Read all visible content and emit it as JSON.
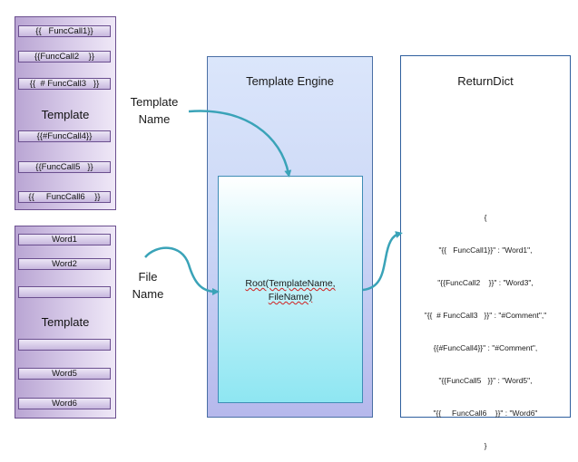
{
  "top_template": {
    "title": "Template",
    "slots": [
      "{{   FuncCall1}}",
      "{{FuncCall2    }}",
      "{{  # FuncCall3   }}",
      "{{#FuncCall4}}",
      "{{FuncCall5   }}",
      "{{     FuncCall6    }}"
    ]
  },
  "bottom_template": {
    "title": "Template",
    "slots": [
      "Word1",
      "Word2",
      "",
      "",
      "Word5",
      "Word6"
    ]
  },
  "template_name_label": [
    "Template",
    "Name"
  ],
  "file_name_label": [
    "File",
    "Name"
  ],
  "engine": {
    "title": "Template Engine",
    "root_line1": "Root(TemplateName,",
    "root_line2": "FileName)"
  },
  "return_dict": {
    "title": "ReturnDict",
    "lines": [
      "{",
      "\"{{   FuncCall1}}\" : \"Word1\",",
      "\"{{FuncCall2    }}\" : \"Word3\",",
      "\"{{  # FuncCall3   }}\" : \"#Comment\",\"",
      "{{#FuncCall4}}\" : \"#Comment\",",
      "\"{{FuncCall5   }}\" : \"Word5\",",
      "\"{{     FuncCall6    }}\" : \"Word6\"",
      "}"
    ]
  },
  "colors": {
    "template_panel": "#c9b9e0",
    "template_border": "#6b4f8f",
    "engine_fill": "#cbd7f6",
    "root_fill": "#8ee6f2",
    "arrow": "#3aa3b8",
    "return_border": "#2f5f9e"
  }
}
